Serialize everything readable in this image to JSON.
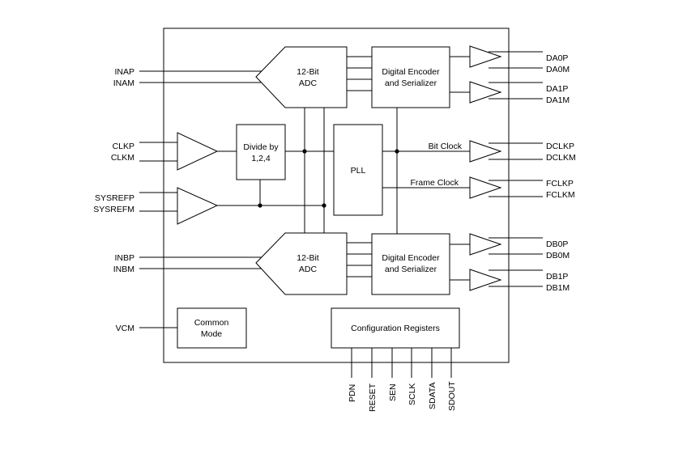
{
  "blocks": {
    "adc_top": [
      "12-Bit",
      "ADC"
    ],
    "adc_bottom": [
      "12-Bit",
      "ADC"
    ],
    "encoder_top": [
      "Digital Encoder",
      "and Serializer"
    ],
    "encoder_bottom": [
      "Digital Encoder",
      "and Serializer"
    ],
    "divider": [
      "Divide by",
      "1,2,4"
    ],
    "pll": "PLL",
    "common_mode": [
      "Common",
      "Mode"
    ],
    "config_registers": "Configuration Registers"
  },
  "inputs": {
    "inap": "INAP",
    "inam": "INAM",
    "clkp": "CLKP",
    "clkm": "CLKM",
    "sysrefp": "SYSREFP",
    "sysrefm": "SYSREFM",
    "inbp": "INBP",
    "inbm": "INBM",
    "vcm": "VCM"
  },
  "outputs": {
    "da0p": "DA0P",
    "da0m": "DA0M",
    "da1p": "DA1P",
    "da1m": "DA1M",
    "dclkp": "DCLKP",
    "dclkm": "DCLKM",
    "fclkp": "FCLKP",
    "fclkm": "FCLKM",
    "db0p": "DB0P",
    "db0m": "DB0M",
    "db1p": "DB1P",
    "db1m": "DB1M"
  },
  "signals": {
    "bit_clock": "Bit Clock",
    "frame_clock": "Frame Clock"
  },
  "pins": [
    "PDN",
    "RESET",
    "SEN",
    "SCLK",
    "SDATA",
    "SDOUT"
  ]
}
